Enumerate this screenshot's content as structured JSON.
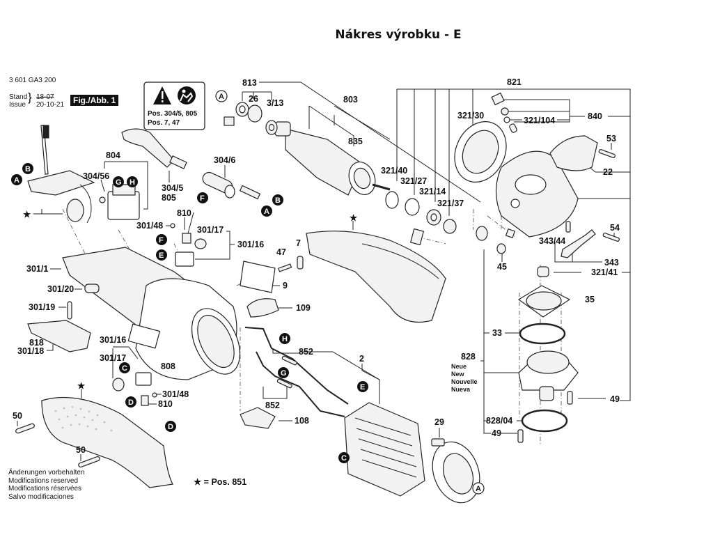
{
  "header": {
    "title": "Nákres výrobku - E",
    "part_number": "3 601 GA3 200",
    "stand_label": "Stand",
    "issue_label": "Issue",
    "old_date": "18-07",
    "date": "20-10-21",
    "figure": "Fig./Abb. 1"
  },
  "warning_box": {
    "icons": [
      "warning-triangle-icon",
      "read-manual-icon"
    ],
    "line1": "Pos. 304/5, 805",
    "line2": "Pos. 7, 47"
  },
  "legend": {
    "star_note": "★ = Pos. 851"
  },
  "notes": [
    "Änderungen vorbehalten",
    "Modifications reserved",
    "Modifications réservées",
    "Salvo modificaciones"
  ],
  "neue_note": [
    "Neue",
    "New",
    "Nouvelle",
    "Nueva"
  ],
  "part_labels": {
    "p813": "813",
    "p26": "26",
    "p3_13": "3/13",
    "p803": "803",
    "p835": "835",
    "p821": "821",
    "p321_30": "321/30",
    "p840": "840",
    "p321_104": "321/104",
    "p53": "53",
    "p22": "22",
    "p321_40": "321/40",
    "p321_27": "321/27",
    "p321_14": "321/14",
    "p321_37": "321/37",
    "p804": "804",
    "p304_56": "304/56",
    "p304_5": "304/5",
    "p805": "805",
    "p304_6": "304/6",
    "p810a": "810",
    "p301_48a": "301/48",
    "p301_17a": "301/17",
    "p301_16a": "301/16",
    "p301_1": "301/1",
    "p301_20": "301/20",
    "p301_19": "301/19",
    "p818": "818",
    "p301_18": "301/18",
    "p47": "47",
    "p7": "7",
    "p9": "9",
    "p109": "109",
    "p301_16b": "301/16",
    "p301_17b": "301/17",
    "p808": "808",
    "p301_48b": "301/48",
    "p810b": "810",
    "p852a": "852",
    "p852b": "852",
    "p2": "2",
    "p108": "108",
    "p29": "29",
    "p50a": "50",
    "p50b": "50",
    "p54": "54",
    "p343_44": "343/44",
    "p343": "343",
    "p45": "45",
    "p321_41": "321/41",
    "p35": "35",
    "p33": "33",
    "p828": "828",
    "p49a": "49",
    "p828_04": "828/04",
    "p49b": "49"
  },
  "callouts": {
    "A": "A",
    "B": "B",
    "C": "C",
    "D": "D",
    "E": "E",
    "F": "F",
    "G": "G",
    "H": "H"
  }
}
